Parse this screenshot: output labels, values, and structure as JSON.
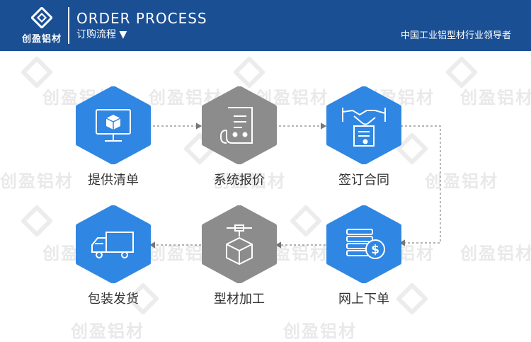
{
  "header": {
    "logo_text": "创盈铝材",
    "title": "ORDER PROCESS",
    "subtitle": "订购流程 ▼",
    "slogan": "中国工业铝型材行业领导者"
  },
  "watermark": {
    "text": "创盈铝材"
  },
  "steps": [
    {
      "label": "提供清单",
      "icon": "monitor-box-icon",
      "color": "#2f86e3"
    },
    {
      "label": "系统报价",
      "icon": "quote-sheet-icon",
      "color": "#8c8c8c"
    },
    {
      "label": "签订合同",
      "icon": "handshake-contract-icon",
      "color": "#2f86e3"
    },
    {
      "label": "网上下单",
      "icon": "coins-dollar-icon",
      "color": "#2f86e3"
    },
    {
      "label": "型材加工",
      "icon": "machine-box-icon",
      "color": "#8c8c8c"
    },
    {
      "label": "包装发货",
      "icon": "delivery-truck-icon",
      "color": "#2f86e3"
    }
  ],
  "colors": {
    "header": "#1b4f93",
    "blue": "#2f86e3",
    "gray": "#8c8c8c",
    "connector": "#777777"
  }
}
